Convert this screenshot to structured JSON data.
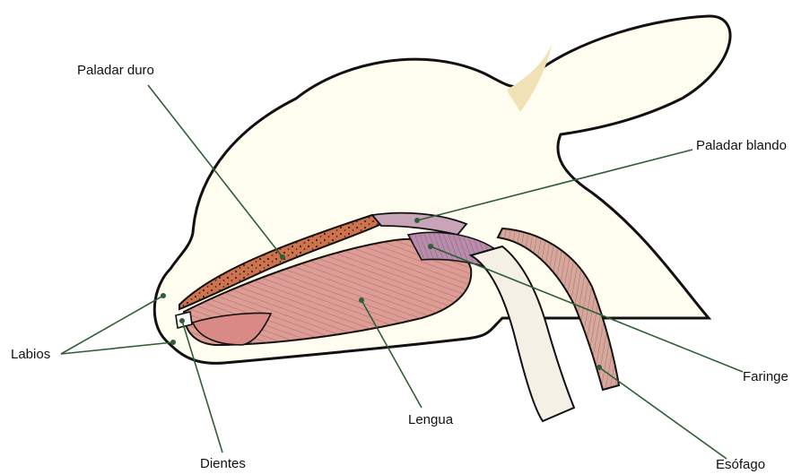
{
  "labels": {
    "hard_palate": "Paladar duro",
    "soft_palate": "Paladar blando",
    "lips": "Labios",
    "teeth": "Dientes",
    "tongue": "Lengua",
    "pharynx": "Faringe",
    "esophagus": "Esófago"
  },
  "colors": {
    "outline": "#111111",
    "head_fill": "#fffdf0",
    "ear_fill": "#f1e2b5",
    "hard_palate": "#cc7350",
    "soft_palate": "#c9a3b8",
    "tongue": "#dd9d95",
    "pharynx": "#b88caa",
    "esophagus": "#d6a79c",
    "trachea": "#f4f0e6",
    "leader_line": "#2f5e37"
  },
  "icons": {
    "illustration": "animal-head-cross-section"
  }
}
